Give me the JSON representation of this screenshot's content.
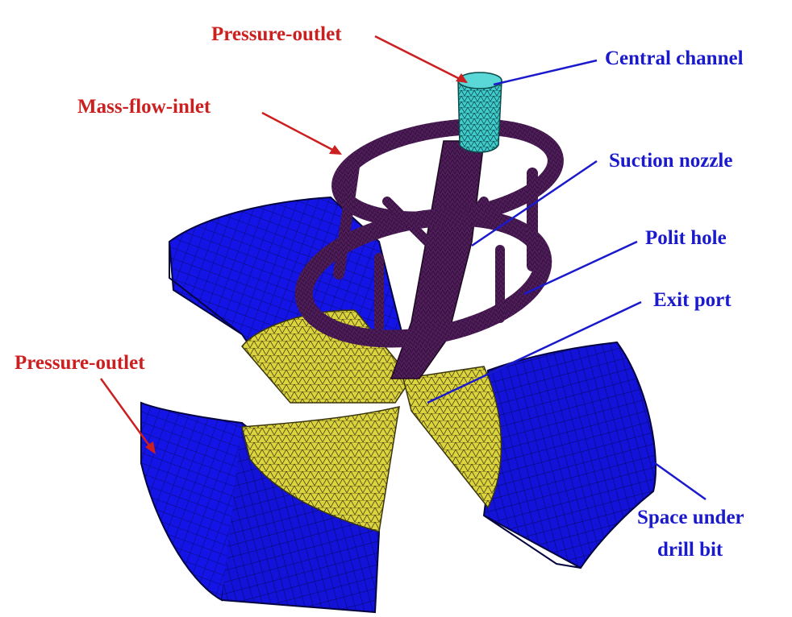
{
  "labels": {
    "pressure_outlet_top": "Pressure-outlet",
    "mass_flow_inlet": "Mass-flow-inlet",
    "pressure_outlet_left": "Pressure-outlet",
    "central_channel": "Central channel",
    "suction_nozzle": "Suction nozzle",
    "polit_hole": "Polit hole",
    "exit_port": "Exit port",
    "space_under_line1": "Space under",
    "space_under_line2": "drill bit"
  },
  "colors": {
    "boundary_label": "#cc1f1f",
    "component_label": "#1a1acc",
    "outer_mesh": "#1414e6",
    "inner_mesh": "#d9d23a",
    "frame_mesh": "#4a1a55",
    "channel_mesh": "#3cc8c8"
  }
}
